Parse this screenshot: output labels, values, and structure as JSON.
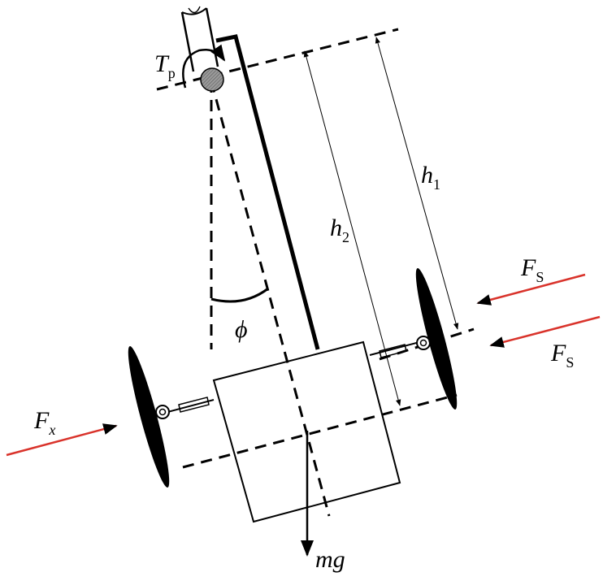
{
  "labels": {
    "tp": {
      "main": "T",
      "sub": "p"
    },
    "h1": {
      "main": "h",
      "sub": "1"
    },
    "h2": {
      "main": "h",
      "sub": "2"
    },
    "phi": {
      "main": "ϕ"
    },
    "fs_top": {
      "main": "F",
      "sub": "S"
    },
    "fs_bottom": {
      "main": "F",
      "sub": "S"
    },
    "fx": {
      "main": "F",
      "sub": "x"
    },
    "mg": {
      "main": "mg"
    }
  },
  "colors": {
    "line": "#000000",
    "force": "#d9332b",
    "pivot": "#8c8c8c"
  }
}
